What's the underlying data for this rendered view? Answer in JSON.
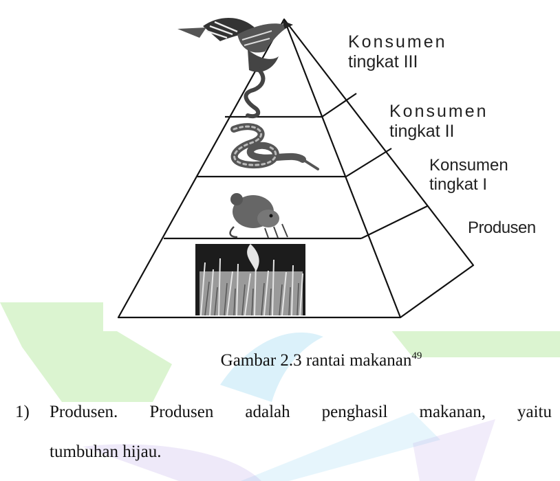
{
  "figure": {
    "labels": {
      "tertiary": {
        "line1": "Konsumen",
        "line2": "tingkat III"
      },
      "secondary": {
        "line1": "Konsumen",
        "line2": "tingkat II"
      },
      "primary": {
        "line1": "Konsumen",
        "line2": "tingkat I"
      },
      "producer": {
        "line1": "Produsen"
      }
    },
    "illustrations": [
      "eagle-icon",
      "snake-icon",
      "mouse-icon",
      "grass-icon"
    ]
  },
  "caption": {
    "text": "Gambar 2.3 rantai makanan",
    "footnote": "49"
  },
  "body": {
    "item_number": "1)",
    "line1": "Produsen. Produsen adalah penghasil makanan, yaitu",
    "line2": "tumbuhan hijau."
  },
  "colors": {
    "watermark_green": "#7ed957",
    "watermark_blue": "#8fd3f1",
    "watermark_purple": "#b9a2e4",
    "line": "#111111"
  }
}
